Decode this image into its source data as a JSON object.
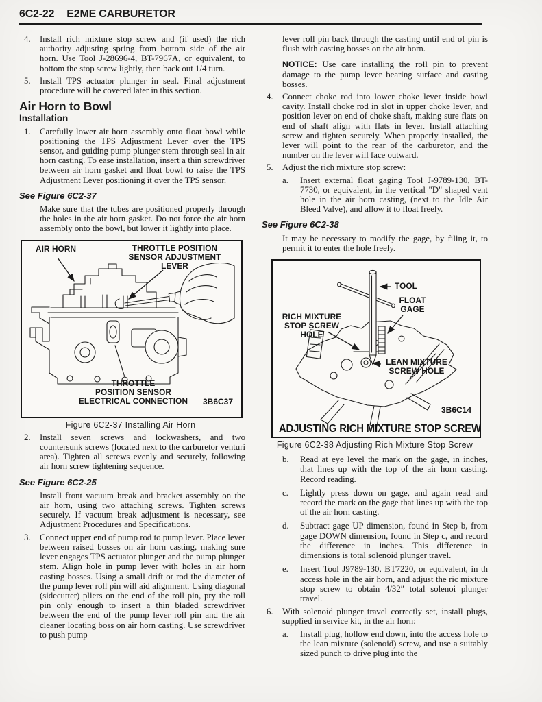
{
  "colors": {
    "paper": "#f5f4f1",
    "ink": "#1a1a1a"
  },
  "header": {
    "page_code": "6C2-22",
    "title": "E2ME CARBURETOR"
  },
  "left": {
    "item4_num": "4.",
    "item4": "Install rich mixture stop screw and (if used) the rich authority adjusting spring from bottom side of the air horn. Use Tool J-28696-4, BT-7967A, or equivalent, to bottom the stop screw lightly, then back out 1/4 turn.",
    "item5_num": "5.",
    "item5": "Install TPS actuator plunger in seal. Final adjustment procedure will be covered later in this section.",
    "section_heading": "Air Horn to Bowl",
    "sub_heading": "Installation",
    "item1_num": "1.",
    "item1": "Carefully lower air horn assembly onto float bowl while positioning the TPS Adjustment Lever over the TPS sensor, and guiding pump plunger stem through seal in air horn casting. To ease installation, insert a thin screwdriver between air horn gasket and float bowl to raise the TPS Adjustment Lever positioning it over the TPS sensor.",
    "see_fig_37": "See Figure 6C2-37",
    "para_fig_37": "Make sure that the tubes are positioned properly through the holes in the air horn gasket. Do not force the air horn assembly onto the bowl, but lower it lightly into place.",
    "item2_num": "2.",
    "item2": "Install seven screws and lockwashers, and two countersunk screws (located next to the carburetor venturi area). Tighten all screws evenly and securely, following air horn screw tightening sequence.",
    "see_fig_25": "See Figure 6C2-25",
    "para_fig_25": "Install front vacuum break and bracket assembly on the air horn, using two attaching screws. Tighten screws securely. If vacuum break adjustment is necessary, see Adjustment Procedures and Specifications.",
    "item3_num": "3.",
    "item3": "Connect upper end of pump rod to pump lever. Place lever between raised bosses on air horn casting, making sure lever engages TPS actuator plunger and the pump plunger stem. Align hole in pump lever with holes in air horn casting bosses. Using a small drift or rod the diameter of the pump lever roll pin will aid alignment. Using diagonal (sidecutter) pliers on the end of the roll pin, pry the roll pin only enough to insert a thin bladed screwdriver between the end of the pump lever roll pin and the air cleaner locating boss on air horn casting. Use screwdriver to push pump"
  },
  "figure37": {
    "label_air_horn": "AIR HORN",
    "label_tps_lever": "THROTTLE POSITION\nSENSOR ADJUSTMENT\nLEVER",
    "label_tps_connection": "THROTTLE\nPOSITION SENSOR\nELECTRICAL CONNECTION",
    "code": "3B6C37",
    "caption": "Figure 6C2-37 Installing Air Horn"
  },
  "right": {
    "cont_para": "lever roll pin back through the casting until end of pin is flush with casting bosses on the air horn.",
    "notice_label": "NOTICE:",
    "notice_text": "Use care installing the roll pin to prevent damage to the pump lever bearing surface and casting bosses.",
    "item4_num": "4.",
    "item4": "Connect choke rod into lower choke lever inside bowl cavity. Install choke rod in slot in upper choke lever, and position lever on end of choke shaft, making sure flats on end of shaft align with flats in lever. Install attaching screw and tighten securely. When properly installed, the lever will point to the rear of the carburetor, and the number on the lever will face outward.",
    "item5_num": "5.",
    "item5": "Adjust the rich mixture stop screw:",
    "item5a_num": "a.",
    "item5a": "Insert external float gaging Tool J-9789-130, BT-7730, or equivalent, in the vertical \"D\" shaped vent hole in the air horn casting, (next to the Idle Air Bleed Valve), and allow it to float freely.",
    "see_fig_38": "See Figure 6C2-38",
    "para_fig_38": "It may be necessary to modify the gage, by filing it, to permit it to enter the hole freely.",
    "itemb_num": "b.",
    "itemb": "Read at eye level the mark on the gage, in inches, that lines up with the top of the air horn casting. Record reading.",
    "itemc_num": "c.",
    "itemc": "Lightly press down on gage, and again read and record the mark on the gage that lines up with the top of the air horn casting.",
    "itemd_num": "d.",
    "itemd": "Subtract gage UP dimension, found in Step b, from gage DOWN dimension, found in Step c, and record the difference in inches. This difference in dimensions is total solenoid plunger travel.",
    "iteme_num": "e.",
    "iteme": "Insert Tool J9789-130, BT7220, or equivalent, in th access hole in the air horn, and adjust the ric mixture stop screw to obtain 4/32″ total solenoi plunger travel.",
    "item6_num": "6.",
    "item6": "With solenoid plunger travel correctly set, install plugs, supplied in service kit, in the air horn:",
    "item6a_num": "a.",
    "item6a": "Install plug, hollow end down, into the access hole to the lean mixture (solenoid) screw, and use a suitably sized punch to drive plug into the"
  },
  "figure38": {
    "label_tool": "TOOL",
    "label_float_gage": "FLOAT\nGAGE",
    "label_rich_hole": "RICH MIXTURE\nSTOP SCREW HOLE",
    "label_lean_hole": "LEAN MIXTURE\nSCREW HOLE",
    "code": "3B6C14",
    "title": "ADJUSTING RICH MIXTURE STOP SCREW",
    "caption": "Figure 6C2-38 Adjusting Rich Mixture Stop Screw"
  }
}
